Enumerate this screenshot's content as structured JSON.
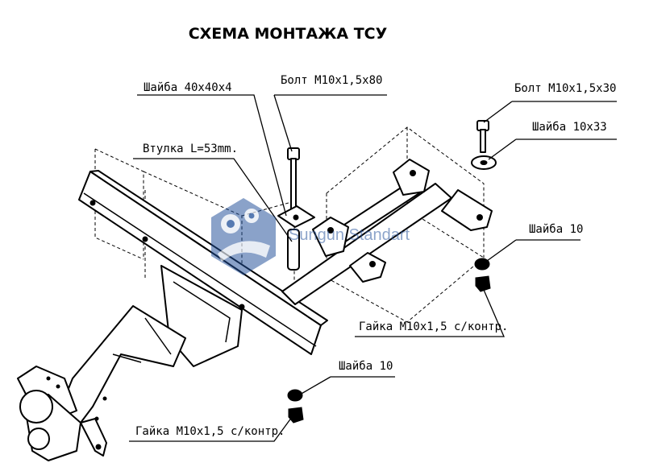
{
  "title": "СХЕМА МОНТАЖА ТСУ",
  "labels": {
    "washer_40": "Шайба 40x40x4",
    "bolt_80": "Болт М10x1,5x80",
    "bolt_30": "Болт М10x1,5x30",
    "washer_10x33": "Шайба 10x33",
    "bushing": "Втулка L=53mm.",
    "washer_10_right": "Шайба 10",
    "nut_right": "Гайка М10x1,5 с/контр.",
    "washer_10_bottom": "Шайба 10",
    "nut_bottom": "Гайка М10x1,5 с/контр."
  },
  "watermark": {
    "text": "Sungun Standart",
    "color": "#2f5aa0"
  }
}
